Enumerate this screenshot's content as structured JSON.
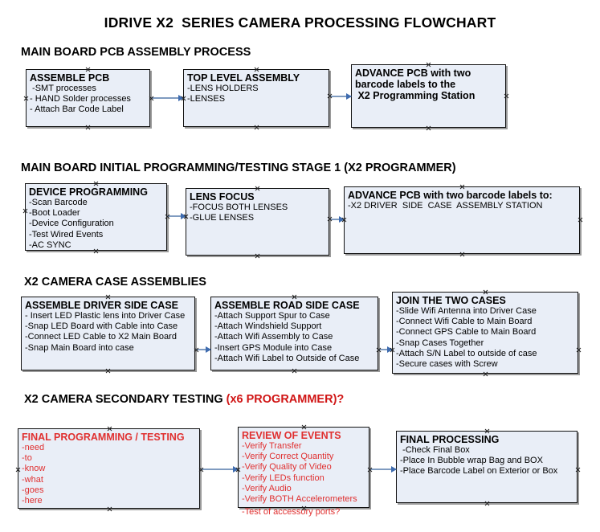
{
  "document": {
    "title": "IDRIVE X2  SERIES CAMERA PROCESSING FLOWCHART",
    "accent_color": "#d01515",
    "box_fill_color": "#e9eef7",
    "box_border_color": "#111111",
    "connector_color": "#7f9bc0"
  },
  "sections": [
    {
      "heading": "MAIN BOARD PCB ASSEMBLY PROCESS",
      "heading_accent": "",
      "nodes": [
        {
          "title": "ASSEMBLE PCB",
          "lines": [
            " -SMT processes",
            "- HAND Solder processes",
            "- Attach Bar Code Label"
          ],
          "color": "black"
        },
        {
          "title": "TOP LEVEL ASSEMBLY",
          "lines": [
            "-LENS HOLDERS",
            "-LENSES"
          ],
          "color": "black"
        },
        {
          "title": "ADVANCE PCB with two",
          "lines": [
            "barcode labels to the",
            " X2 Programming Station"
          ],
          "color": "black"
        }
      ]
    },
    {
      "heading": "MAIN BOARD INITIAL PROGRAMMING/TESTING STAGE 1 (X2 PROGRAMMER)",
      "heading_accent": "",
      "nodes": [
        {
          "title": "DEVICE PROGRAMMING",
          "lines": [
            "-Scan Barcode",
            "-Boot Loader",
            "-Device Configuration",
            "-Test Wired Events",
            "-AC SYNC"
          ],
          "color": "black"
        },
        {
          "title": "LENS FOCUS",
          "lines": [
            "-FOCUS BOTH LENSES",
            "-GLUE LENSES"
          ],
          "color": "black"
        },
        {
          "title": "ADVANCE PCB with two barcode labels to:",
          "lines": [
            "-X2 DRIVER  SIDE  CASE  ASSEMBLY STATION"
          ],
          "color": "black"
        }
      ]
    },
    {
      "heading": "X2 CAMERA CASE ASSEMBLIES",
      "heading_accent": "",
      "nodes": [
        {
          "title": "ASSEMBLE DRIVER SIDE CASE",
          "lines": [
            "- Insert LED Plastic lens into Driver Case",
            "-Snap LED Board with Cable into Case",
            "-Connect LED Cable to X2 Main Board",
            "-Snap Main Board into case"
          ],
          "color": "black"
        },
        {
          "title": "ASSEMBLE ROAD SIDE CASE",
          "lines": [
            "-Attach Support Spur to Case",
            "-Attach Windshield Support",
            "-Attach Wifi Assembly to Case",
            "-Insert GPS Module into Case",
            "-Attach Wifi Label to Outside of Case"
          ],
          "color": "black"
        },
        {
          "title": "JOIN THE TWO CASES",
          "lines": [
            "-Slide Wifi Antenna into Driver Case",
            "-Connect Wifi Cable to Main Board",
            "-Connect GPS Cable to Main Board",
            "-Snap Cases Together",
            "-Attach S/N Label to outside of case",
            "-Secure cases with Screw"
          ],
          "color": "black"
        }
      ]
    },
    {
      "heading": "X2 CAMERA SECONDARY TESTING ",
      "heading_accent": "(x6 PROGRAMMER)?",
      "nodes": [
        {
          "title": "FINAL PROGRAMMING / TESTING",
          "lines": [
            "-need",
            "-to",
            "-know",
            "-what",
            "-goes",
            "-here"
          ],
          "color": "red"
        },
        {
          "title": "REVIEW OF EVENTS",
          "lines": [
            "-Verify Transfer",
            "-Verify Correct Quantity",
            "-Verify Quality of Video",
            "-Verify LEDs function",
            "-Verify Audio",
            "-Verify BOTH Accelerometers"
          ],
          "overflow_line": "-Test of accessory ports?",
          "color": "red"
        },
        {
          "title": "FINAL PROCESSING",
          "lines": [
            " -Check Final Box",
            "-Place In Bubble wrap Bag and BOX",
            "-Place Barcode Label on Exterior or Box"
          ],
          "color": "black"
        }
      ]
    }
  ]
}
